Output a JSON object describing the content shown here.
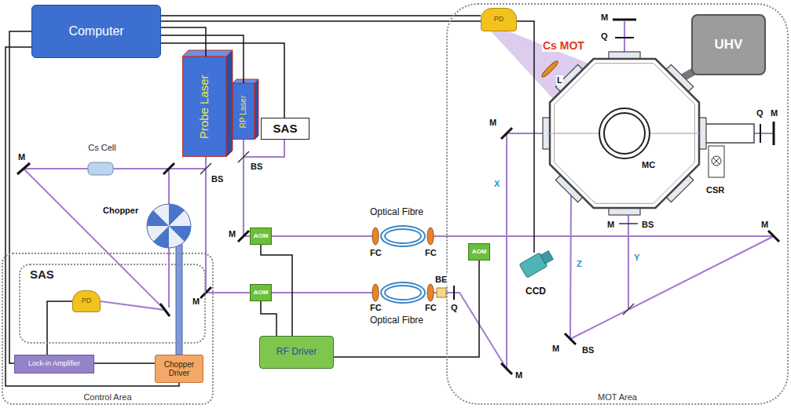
{
  "diagram": {
    "nodes": [
      {
        "text": [
          "Control Area"
        ]
      },
      {
        "text": [
          "SAS"
        ],
        "in": 0
      },
      {
        "text": [
          "PD"
        ],
        "in": 1
      },
      {
        "text": [
          "Lock-in Amplifier"
        ],
        "in": 0
      },
      {
        "text": [
          "Chopper Driver"
        ],
        "in": 0
      },
      {
        "text": [
          "MOT Area"
        ]
      },
      {
        "text": [
          "PD"
        ],
        "in": 5
      },
      {
        "text": [
          "UHV"
        ],
        "in": 5
      },
      {
        "text": [
          "AOM"
        ],
        "in": 5
      },
      {
        "text": [
          "CCD"
        ],
        "in": 5
      },
      {
        "text": [
          "Computer"
        ]
      },
      {
        "text": [
          "Probe Laser"
        ]
      },
      {
        "text": [
          "RP Laser"
        ]
      },
      {
        "text": [
          "SAS"
        ]
      },
      {
        "text": [
          "Cs Cell"
        ]
      },
      {
        "text": [
          "AOM"
        ]
      },
      {
        "text": [
          "AOM"
        ]
      },
      {
        "text": [
          "RF Driver"
        ]
      }
    ],
    "edges": [
      {
        "from": 10,
        "to": 11,
        "arrow": "none"
      },
      {
        "from": 10,
        "to": 12,
        "arrow": "none"
      },
      {
        "from": 10,
        "to": 13,
        "arrow": "none"
      },
      {
        "from": 10,
        "to": 6,
        "arrow": "none"
      },
      {
        "from": 10,
        "to": 9,
        "arrow": "none"
      },
      {
        "from": 10,
        "to": 3,
        "arrow": "none"
      },
      {
        "from": 10,
        "to": 4,
        "arrow": "none"
      },
      {
        "from": 3,
        "to": 4,
        "arrow": "none"
      },
      {
        "from": 3,
        "to": 2,
        "arrow": "none"
      },
      {
        "from": 17,
        "to": 15,
        "arrow": "none"
      },
      {
        "from": 17,
        "to": 16,
        "arrow": "none"
      },
      {
        "from": 17,
        "to": 8,
        "arrow": "none"
      }
    ],
    "labels": [
      "M",
      "Q",
      "Cs MOT",
      "L",
      "M",
      "X",
      "MC",
      "Q",
      "M",
      "CSR",
      "M",
      "BS",
      "Z",
      "Y",
      "M",
      "BS",
      "M",
      "M",
      "BE",
      "Q",
      "FC",
      "FC",
      "FC",
      "FC",
      "Optical Fibre",
      "Optical Fibre",
      "Chopper",
      "BS",
      "BS",
      "M",
      "M",
      "M"
    ]
  }
}
